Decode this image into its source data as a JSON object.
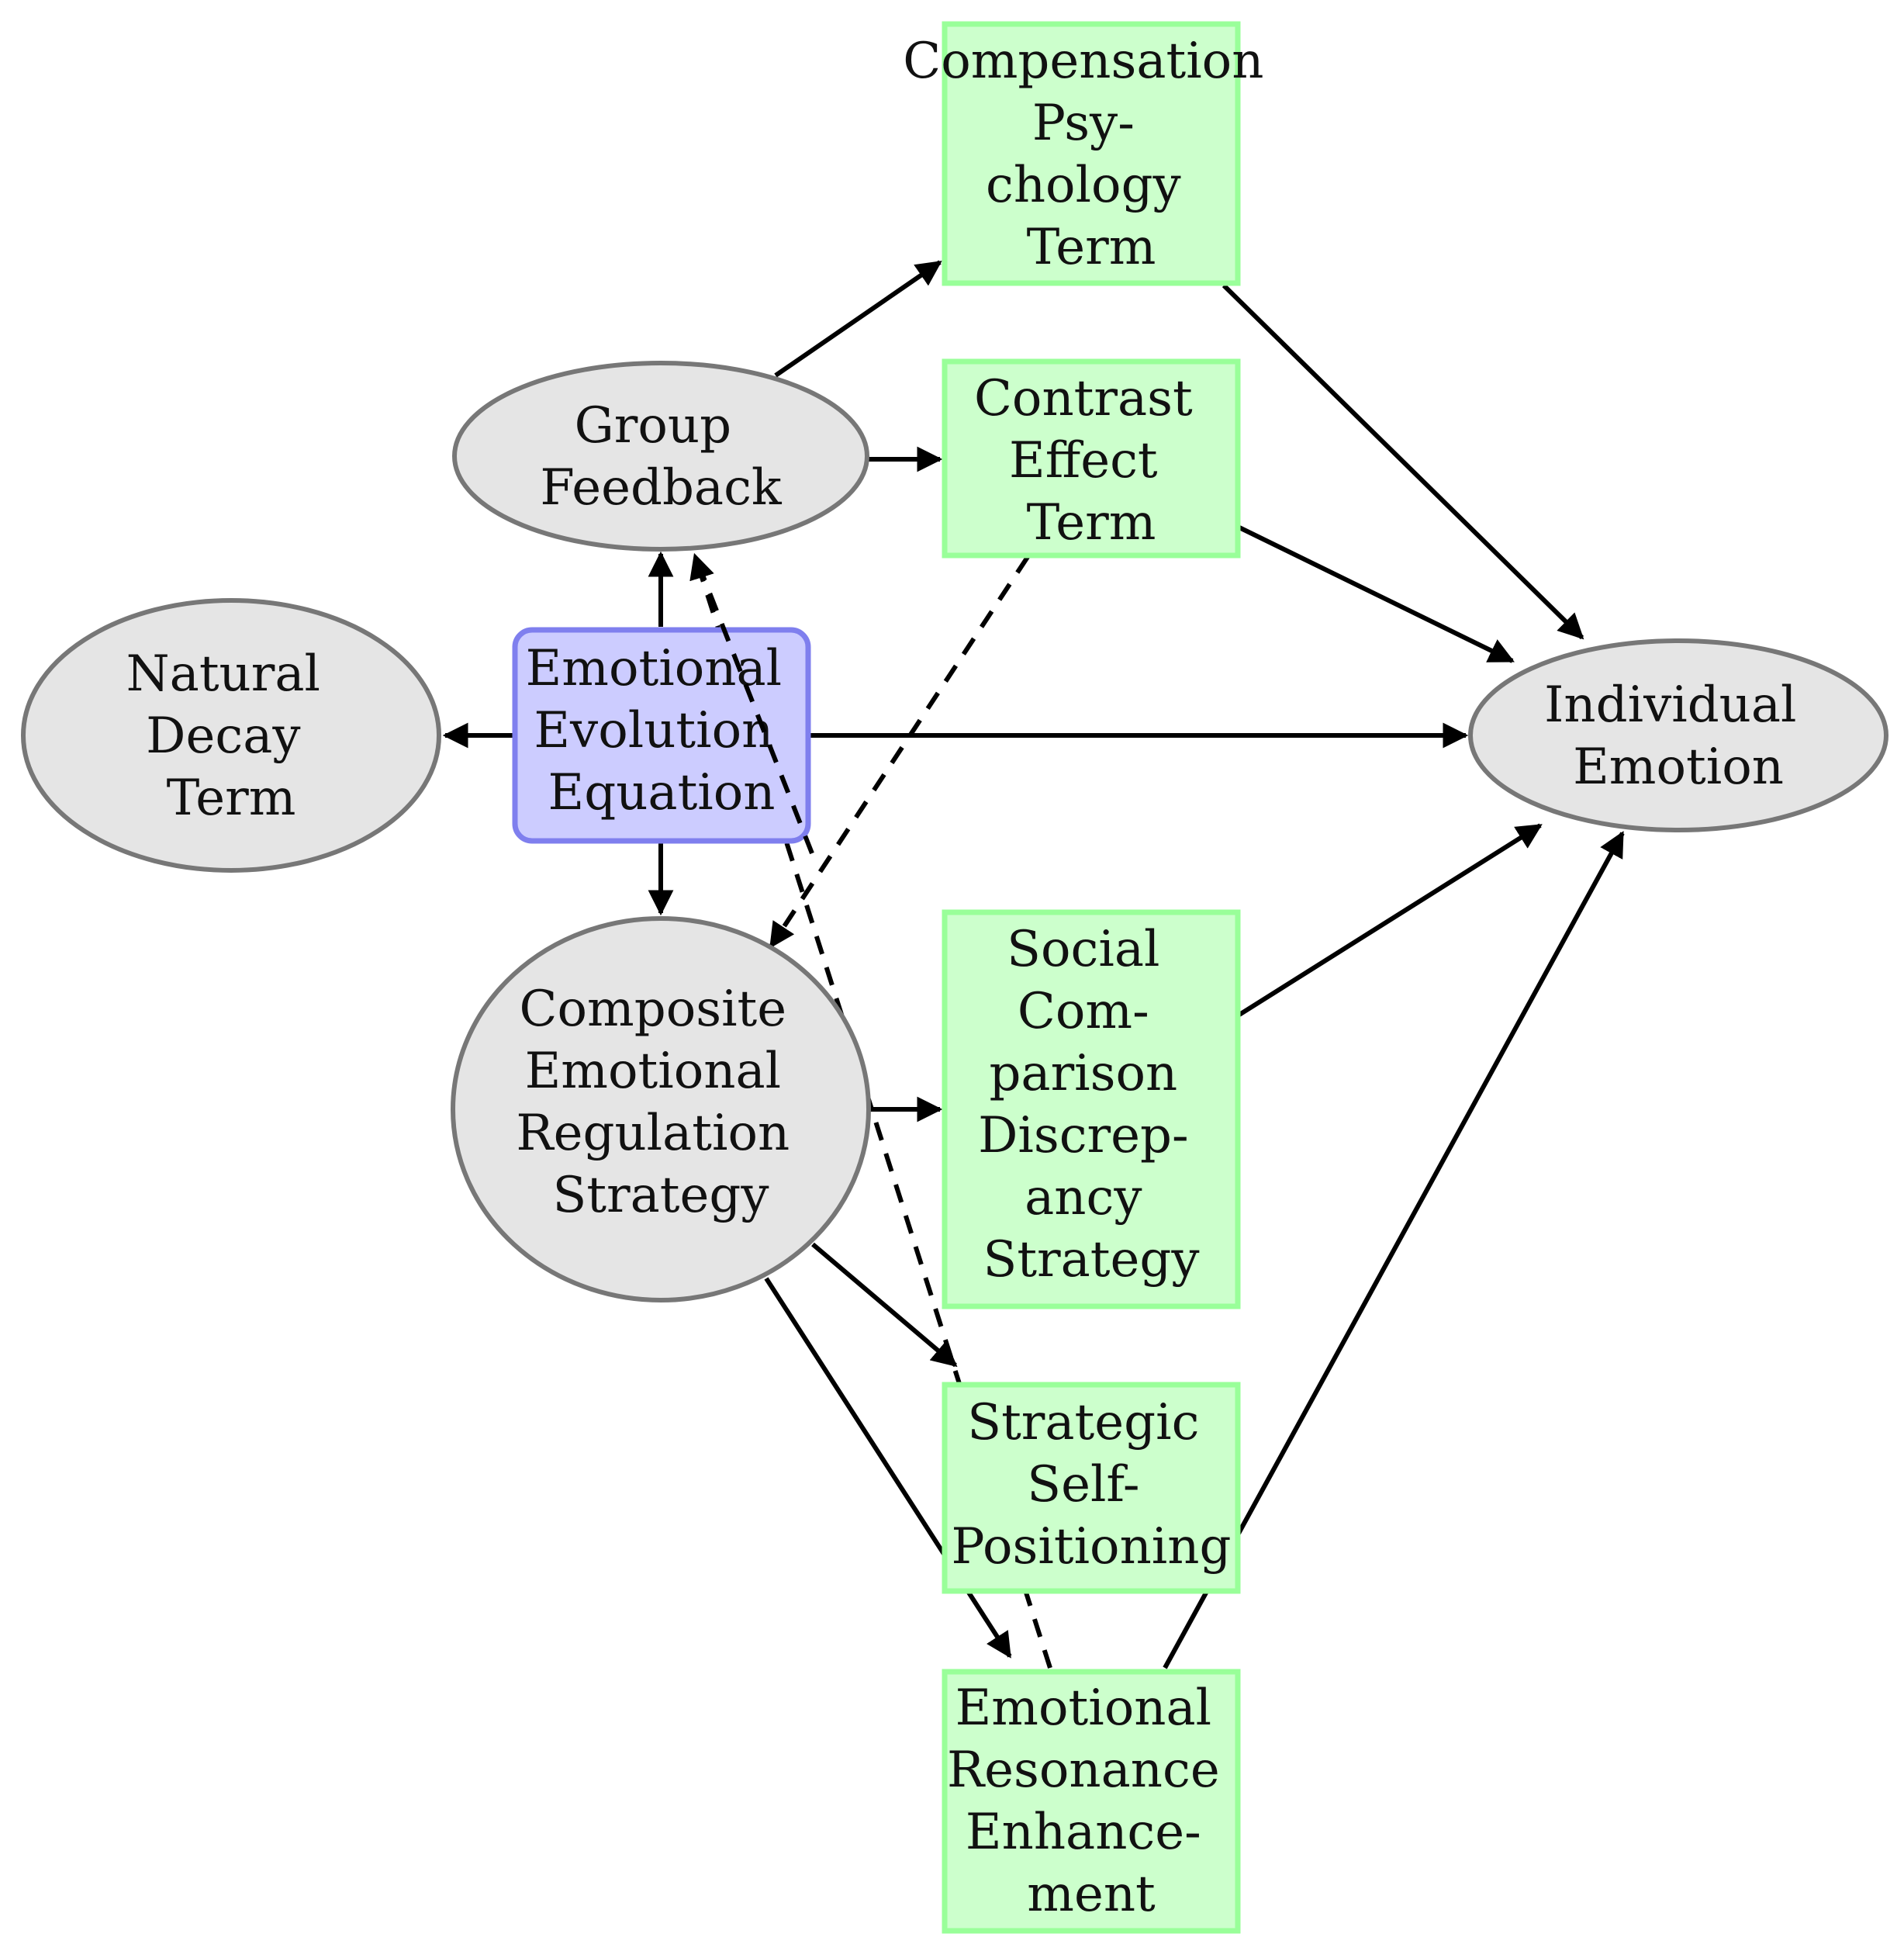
{
  "nodes": {
    "natural_decay": {
      "lines": [
        "Natural",
        "Decay",
        "Term"
      ]
    },
    "emotional_evolution": {
      "lines": [
        "Emotional",
        "Evolution",
        "Equation"
      ]
    },
    "group_feedback": {
      "lines": [
        "Group",
        "Feedback"
      ]
    },
    "composite_regulation": {
      "lines": [
        "Composite",
        "Emotional",
        "Regulation",
        "Strategy"
      ]
    },
    "individual_emotion": {
      "lines": [
        "Individual",
        "Emotion"
      ]
    },
    "compensation_psychology": {
      "lines": [
        "Compensation",
        "Psy-",
        "chology",
        "Term"
      ]
    },
    "contrast_effect": {
      "lines": [
        "Contrast",
        "Effect",
        "Term"
      ]
    },
    "social_comparison": {
      "lines": [
        "Social",
        "Com-",
        "parison",
        "Discrep-",
        "ancy",
        "Strategy"
      ]
    },
    "strategic_self_positioning": {
      "lines": [
        "Strategic",
        "Self-",
        "Positioning"
      ]
    },
    "emotional_resonance": {
      "lines": [
        "Emotional",
        "Resonance",
        "Enhance-",
        "ment"
      ]
    }
  },
  "edges": [
    {
      "from": "emotional_evolution",
      "to": "natural_decay",
      "style": "solid"
    },
    {
      "from": "emotional_evolution",
      "to": "group_feedback",
      "style": "solid"
    },
    {
      "from": "emotional_evolution",
      "to": "composite_regulation",
      "style": "solid"
    },
    {
      "from": "emotional_evolution",
      "to": "individual_emotion",
      "style": "solid"
    },
    {
      "from": "group_feedback",
      "to": "compensation_psychology",
      "style": "solid"
    },
    {
      "from": "group_feedback",
      "to": "contrast_effect",
      "style": "solid"
    },
    {
      "from": "compensation_psychology",
      "to": "individual_emotion",
      "style": "solid"
    },
    {
      "from": "contrast_effect",
      "to": "individual_emotion",
      "style": "solid"
    },
    {
      "from": "composite_regulation",
      "to": "social_comparison",
      "style": "solid"
    },
    {
      "from": "composite_regulation",
      "to": "strategic_self_positioning",
      "style": "solid"
    },
    {
      "from": "composite_regulation",
      "to": "emotional_resonance",
      "style": "solid"
    },
    {
      "from": "social_comparison",
      "to": "individual_emotion",
      "style": "solid"
    },
    {
      "from": "emotional_resonance",
      "to": "individual_emotion",
      "style": "solid"
    },
    {
      "from": "contrast_effect",
      "to": "composite_regulation",
      "style": "dashed"
    },
    {
      "from": "emotional_resonance",
      "to": "group_feedback",
      "style": "dashed"
    }
  ],
  "colors": {
    "ellipse_fill": "#e5e5e5",
    "ellipse_stroke": "#777777",
    "box_fill": "#ccffcc",
    "box_stroke": "#99ff99",
    "center_fill": "#ccccff",
    "center_stroke": "#7f7fee",
    "edge": "#000000"
  }
}
